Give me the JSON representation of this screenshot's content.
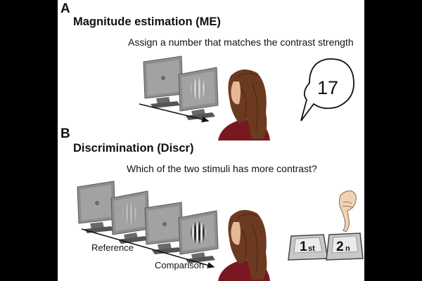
{
  "panels": {
    "a": {
      "letter": "A",
      "title": "Magnitude estimation (ME)",
      "instruction": "Assign a number that matches the contrast strength",
      "response_value": "17"
    },
    "b": {
      "letter": "B",
      "title": "Discrimination (Discr)",
      "instruction": "Which of the two stimuli has more contrast?",
      "reference_label": "Reference",
      "comparison_label": "Comparison",
      "keys": [
        {
          "main": "1",
          "suffix": "st"
        },
        {
          "main": "2",
          "suffix": "n"
        }
      ]
    }
  },
  "colors": {
    "background": "#000000",
    "panel": "#ffffff",
    "monitor_body": "#8e8e8e",
    "screen": "#9a9a9a",
    "hair": "#6b3a20",
    "shirt": "#7a1822",
    "skin": "#e6b896"
  }
}
